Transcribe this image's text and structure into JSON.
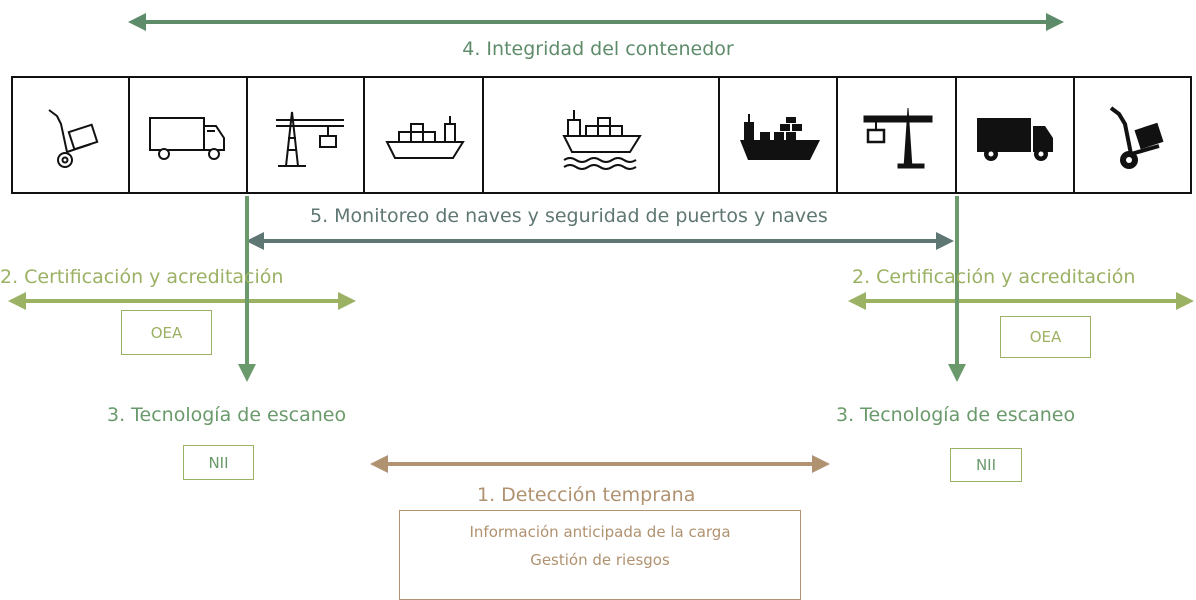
{
  "colors": {
    "integrity": "#5e8c6a",
    "monitoring": "#5f7773",
    "certification": "#9bb164",
    "scanning": "#6a9a6b",
    "detection": "#b09270"
  },
  "integrity": {
    "label": "4. Integridad del contenedor"
  },
  "monitoring": {
    "label": "5. Monitoreo de naves y seguridad de puertos y naves"
  },
  "certification_left": {
    "label": "2. Certificación y acreditación",
    "box": "OEA"
  },
  "certification_right": {
    "label": "2. Certificación y acreditación",
    "box": "OEA"
  },
  "scanning_left": {
    "label": "3. Tecnología de escaneo",
    "box": "NII"
  },
  "scanning_right": {
    "label": "3. Tecnología de escaneo",
    "box": "NII"
  },
  "detection": {
    "label": "1. Detección temprana",
    "lines": [
      "Información anticipada de la carga",
      "Gestión de riesgos"
    ]
  },
  "supply_chain_icons": [
    "hand-truck-outline-icon",
    "truck-outline-icon",
    "crane-outline-icon",
    "ship-outline-icon",
    "ship-at-sea-outline-icon",
    "ship-solid-icon",
    "crane-solid-icon",
    "truck-solid-icon",
    "hand-truck-solid-icon"
  ]
}
